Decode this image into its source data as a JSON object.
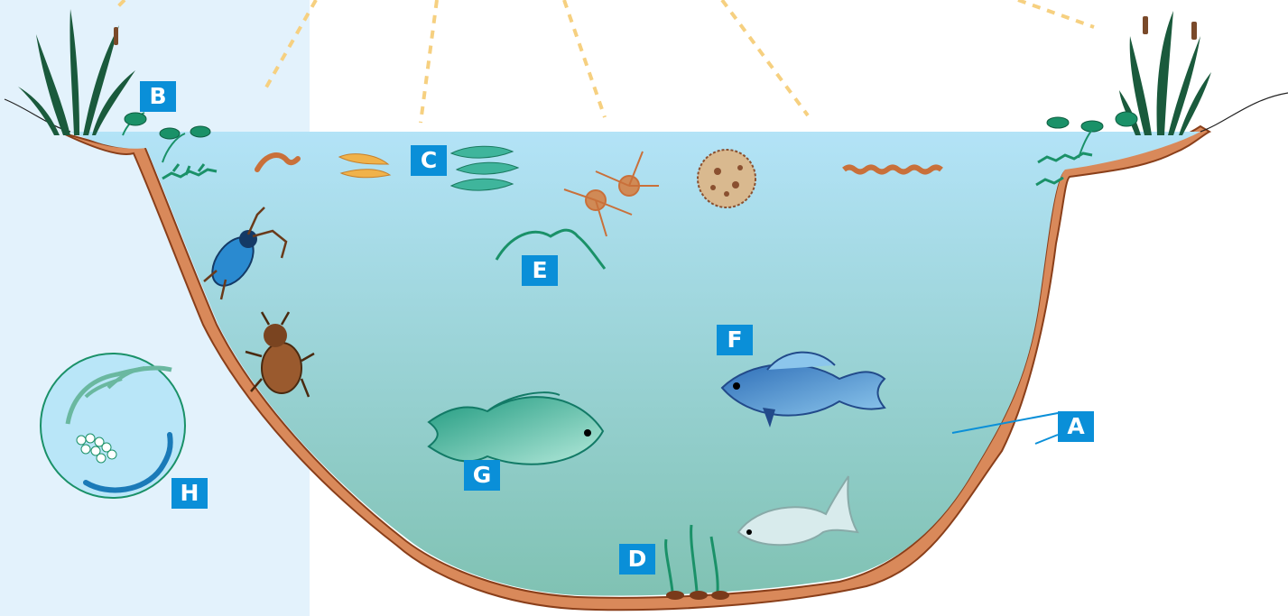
{
  "labels": {
    "a": "A",
    "b": "B",
    "c": "C",
    "d": "D",
    "e": "E",
    "f": "F",
    "g": "G",
    "h": "H"
  },
  "colors": {
    "label_fill": "#0a8fd8",
    "label_text": "#ffffff",
    "panel": "#e3f2fc",
    "water_top": "#b3e3f7",
    "water_bottom": "#80c2b3",
    "sediment": "#d9895a",
    "sediment_edge": "#8a3f1a",
    "sun_ray": "#f6d080",
    "plant": "#1a9168",
    "fish_blue": "#4a8fd0",
    "fish_green": "#3fb59c",
    "fish_white": "#d8ebec"
  },
  "icons": [
    "reed-plant-icon",
    "lily-pad-icon",
    "worm-icon",
    "algae-icon",
    "diatom-icon",
    "zooplankton-icon",
    "pollen-grain-icon",
    "filament-icon",
    "water-beetle-icon",
    "stag-beetle-icon",
    "water-plant-icon",
    "fish-icon",
    "stalk-icon",
    "microscope-view-icon"
  ]
}
